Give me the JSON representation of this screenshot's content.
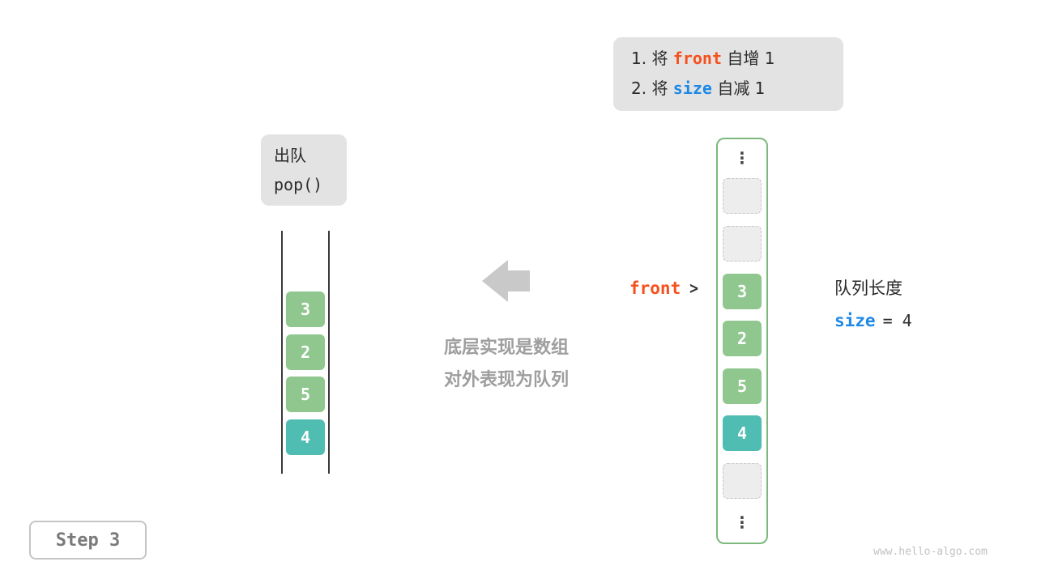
{
  "colors": {
    "green": "#8FC78F",
    "teal": "#4FBDB2",
    "box-gray": "#E3E3E3",
    "orange": "#F4511E",
    "blue": "#1E88E5",
    "caption-gray": "#9E9E9E",
    "arrow-gray": "#C9C9C9",
    "empty-bg": "#EDEDED",
    "empty-border": "#C6C6C6",
    "array-border": "#7CB87C",
    "text-dark": "#2B2B2B",
    "step-gray": "#7A7A7A",
    "watermark-gray": "#C2C2C2"
  },
  "instruction_box": {
    "line1": {
      "prefix": "1. 将 ",
      "code": "front",
      "suffix": " 自增 1"
    },
    "line2": {
      "prefix": "2. 将 ",
      "code": "size",
      "suffix": " 自减 1"
    }
  },
  "operation_box": {
    "title": "出队",
    "code": "pop()"
  },
  "left_stack": {
    "values": [
      "3",
      "2",
      "5",
      "4"
    ]
  },
  "center_caption": {
    "line1": "底层实现是数组",
    "line2": "对外表现为队列"
  },
  "front_pointer": {
    "label": "front",
    "arrow": ">"
  },
  "queue_array": {
    "ellipsis": "⋮",
    "values": [
      "3",
      "2",
      "5",
      "4"
    ]
  },
  "queue_length": {
    "title": "队列长度",
    "code": "size",
    "value": "= 4"
  },
  "step_badge": {
    "label": "Step 3"
  },
  "watermark": {
    "text": "www.hello-algo.com"
  }
}
